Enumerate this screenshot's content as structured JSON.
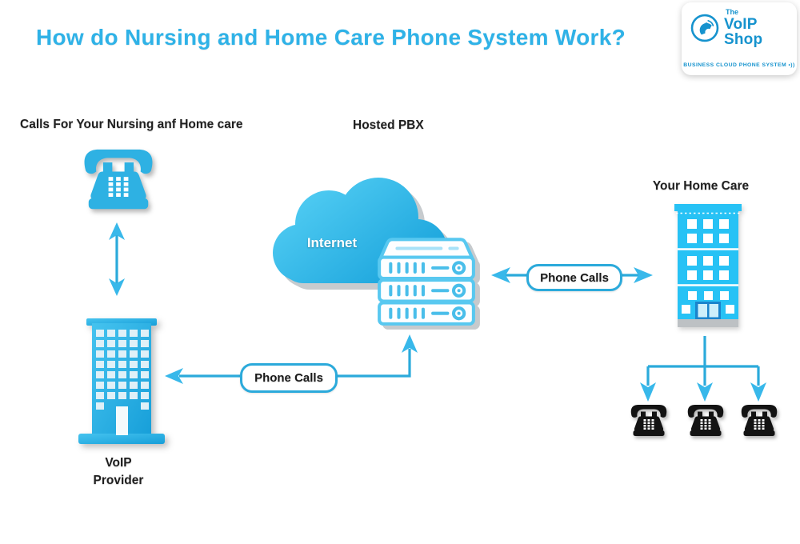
{
  "title": "How do Nursing and Home Care Phone System Work?",
  "logo": {
    "the": "The",
    "voip": "VoIP",
    "shop": "Shop",
    "tagline": "BUSINESS CLOUD PHONE SYSTEM",
    "tagline_suffix": "•))"
  },
  "labels": {
    "calls": "Calls For Your Nursing anf Home care",
    "hosted_pbx": "Hosted PBX",
    "internet": "Internet",
    "your_home_care": "Your Home Care",
    "voip_provider": "VoIP\nProvider",
    "phone_calls_left": "Phone Calls",
    "phone_calls_right": "Phone Calls"
  },
  "colors": {
    "title": "#2FB2E7",
    "accent_line": "#2BAADB",
    "arrowhead": "#38B8EA",
    "cloud_top": "#4FCBF2",
    "cloud_bottom": "#18A2DB",
    "phone_cyan": "#2EB1E3",
    "phone_black": "#131313",
    "building_right": "#27C2F5",
    "server_stroke": "#58C8F0",
    "logo_blue": "#1693CE",
    "shadow_gray": "#C7CBCE",
    "label_text": "#1F1F1F"
  }
}
